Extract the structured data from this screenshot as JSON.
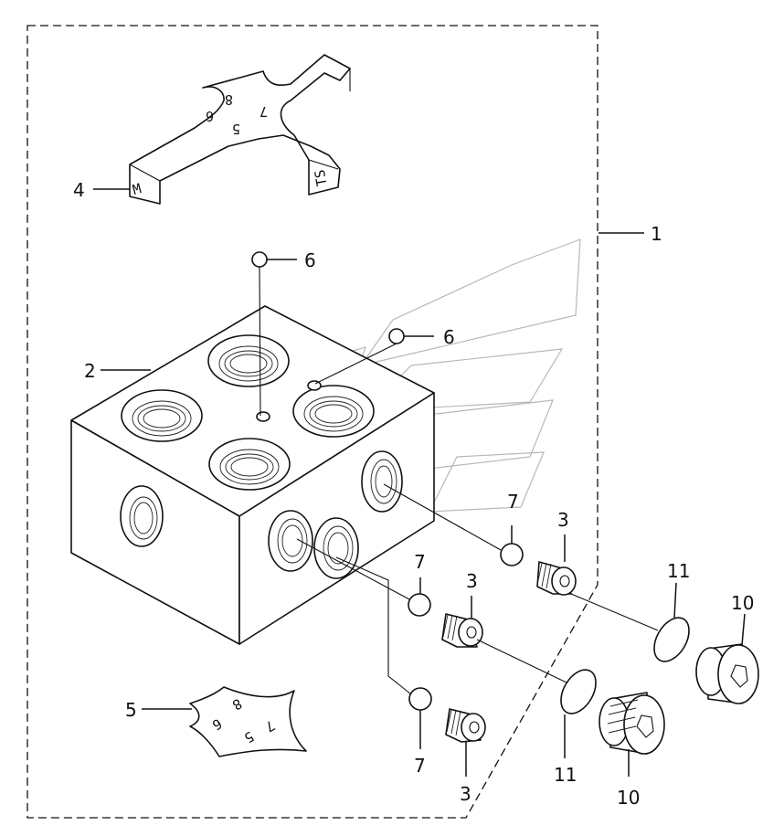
{
  "diagram": {
    "callouts": {
      "c1": "1",
      "c2": "2",
      "c3a": "3",
      "c3b": "3",
      "c3c": "3",
      "c4": "4",
      "c5": "5",
      "c6a": "6",
      "c6b": "6",
      "c7a": "7",
      "c7b": "7",
      "c7c": "7",
      "c10a": "10",
      "c10b": "10",
      "c11a": "11",
      "c11b": "11"
    },
    "plate_marks": {
      "m": "M",
      "ts": "TS",
      "n6": "6",
      "n8": "8",
      "n7": "7",
      "n5": "5"
    },
    "tag_marks": {
      "t8": "8",
      "t6": "6",
      "t7": "7",
      "t5": "5"
    }
  }
}
